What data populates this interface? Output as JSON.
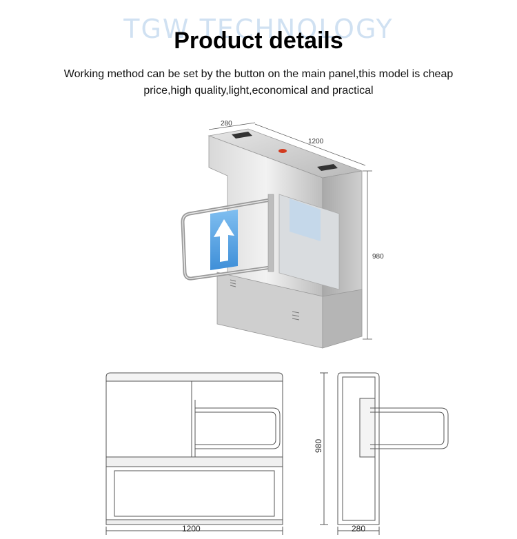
{
  "watermark": "TGW TECHNOLOGY",
  "title": "Product details",
  "description": "Working method can be set by the button on the main panel,this model is cheap price,high quality,light,economical and practical",
  "dimensions_3d": {
    "depth": "280",
    "length": "1200",
    "height": "980"
  },
  "dimensions_front": {
    "length": "1200"
  },
  "dimensions_side": {
    "height": "980",
    "depth": "280"
  },
  "colors": {
    "steel": "#c9c9c9",
    "arrow_panel": "#5aa8e8",
    "indicator": "#d23a1e"
  }
}
